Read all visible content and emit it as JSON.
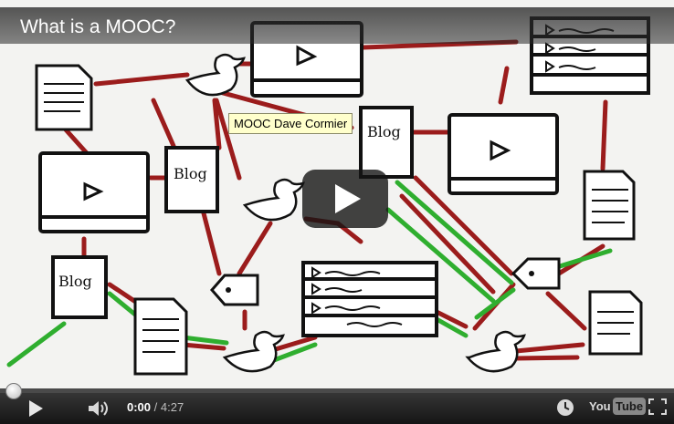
{
  "video": {
    "title": "What is a MOOC?",
    "tooltip": "MOOC Dave Cormier",
    "blog_labels": [
      "Blog",
      "Blog",
      "Blog"
    ],
    "progress_fraction": 0.0
  },
  "controls": {
    "current_time": "0:00",
    "separator": " / ",
    "duration": "4:27",
    "logo_you": "You",
    "logo_tube": "Tube"
  },
  "colors": {
    "red_line": "#9b1c1c",
    "green_line": "#2fae2f",
    "progress": "#cc0000"
  },
  "icons": [
    "play-icon",
    "volume-icon",
    "clock-icon",
    "youtube-logo",
    "fullscreen-icon",
    "big-play-icon"
  ]
}
